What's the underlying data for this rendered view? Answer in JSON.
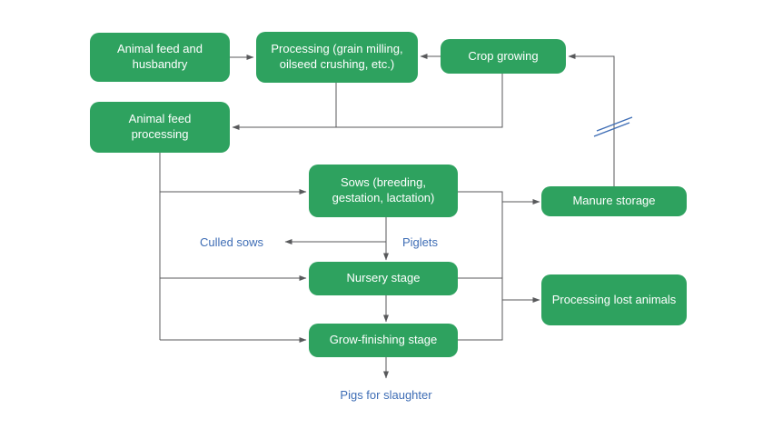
{
  "colors": {
    "node_fill": "#2ea25f",
    "node_text": "#ffffff",
    "connector": "#58595b",
    "flow_label": "#3e6db5",
    "background": "#ffffff"
  },
  "nodes": {
    "animal_feed_husbandry": "Animal feed and husbandry",
    "processing": "Processing (grain milling, oilseed crushing, etc.)",
    "crop_growing": "Crop growing",
    "animal_feed_processing": "Animal feed processing",
    "sows": "Sows (breeding, gestation, lactation)",
    "manure_storage": "Manure storage",
    "nursery_stage": "Nursery stage",
    "processing_lost_animals": "Processing lost animals",
    "grow_finishing_stage": "Grow-finishing stage"
  },
  "labels": {
    "culled_sows": "Culled sows",
    "piglets": "Piglets",
    "pigs_for_slaughter": "Pigs for slaughter"
  }
}
